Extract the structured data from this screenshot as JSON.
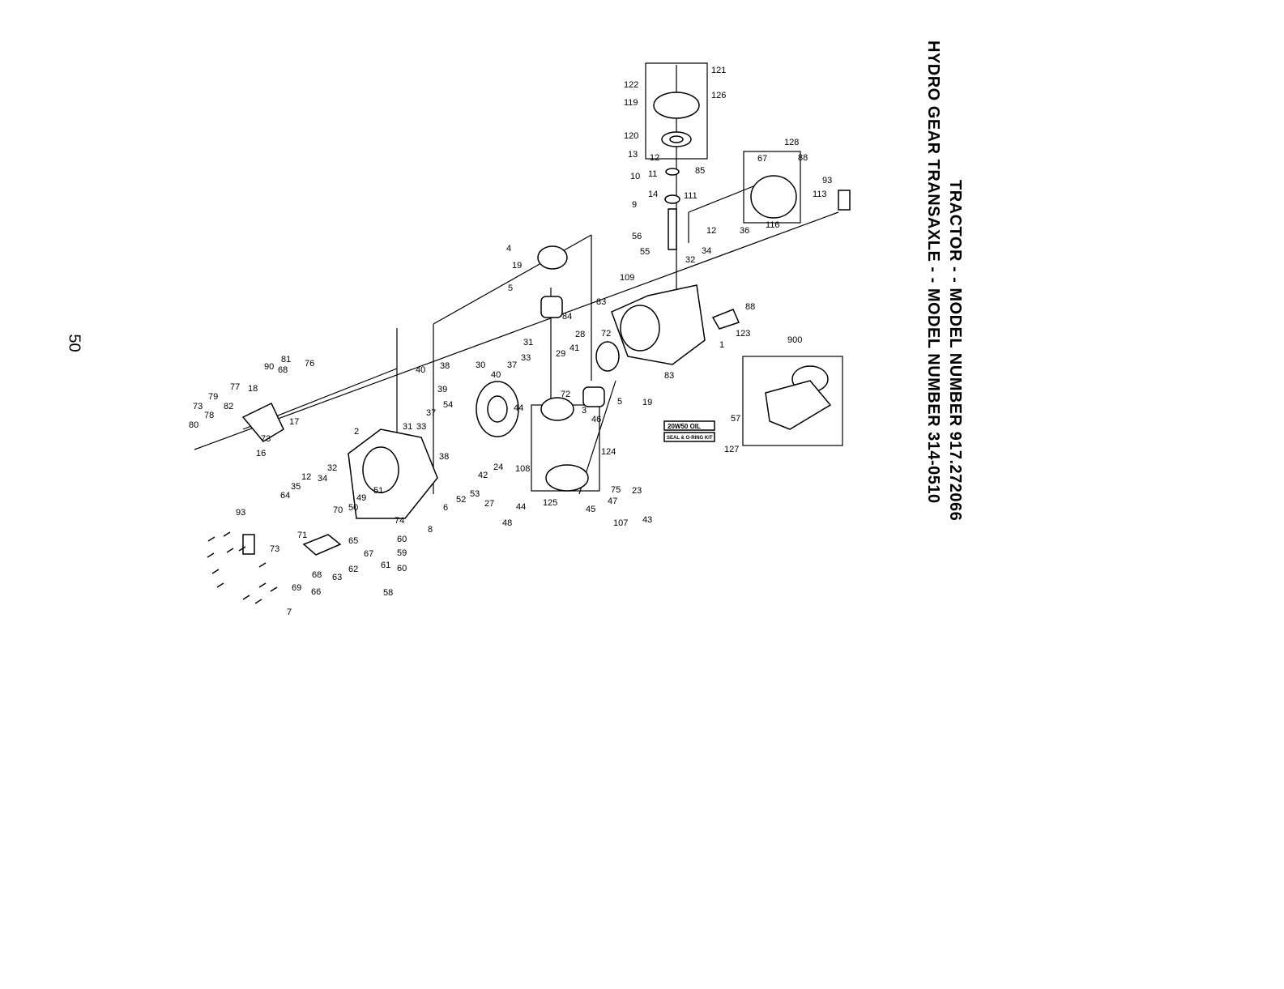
{
  "page": {
    "title_line1": "TRACTOR - - MODEL NUMBER 917.272066",
    "title_line2": "HYDRO GEAR TRANSAXLE - - MODEL NUMBER 314-0510",
    "page_number": "50"
  },
  "parts": {
    "p121": "121",
    "p122": "122",
    "p126": "126",
    "p119": "119",
    "p120": "120",
    "p13": "13",
    "p12a": "12",
    "p11": "11",
    "p10": "10",
    "p14": "14",
    "p111": "111",
    "p9": "9",
    "p85": "85",
    "p128": "128",
    "p67a": "67",
    "p88a": "88",
    "p113": "113",
    "p93a": "93",
    "p116": "116",
    "p12b": "12",
    "p36": "36",
    "p56": "56",
    "p55": "55",
    "p34a": "34",
    "p32a": "32",
    "p4": "4",
    "p19a": "19",
    "p5a": "5",
    "p109": "109",
    "p83a": "83",
    "p84": "84",
    "p88b": "88",
    "p123": "123",
    "p28": "28",
    "p72a": "72",
    "p1": "1",
    "p900": "900",
    "p31a": "31",
    "p33a": "33",
    "p37a": "37",
    "p40a": "40",
    "p29": "29",
    "p41": "41",
    "p83b": "83",
    "p19b": "19",
    "p38a": "38",
    "p30": "30",
    "p40b": "40",
    "p72b": "72",
    "p5b": "5",
    "p39": "39",
    "p54": "54",
    "p44a": "44",
    "p3": "3",
    "p46": "46",
    "p81": "81",
    "p90": "90",
    "p68a": "68",
    "p76": "76",
    "p77": "77",
    "p18": "18",
    "p79": "79",
    "p73a": "73",
    "p78": "78",
    "p82": "82",
    "p80": "80",
    "p17": "17",
    "p73b": "73",
    "p16": "16",
    "p2": "2",
    "p37b": "37",
    "p31b": "31",
    "p33b": "33",
    "p38b": "38",
    "p108": "108",
    "p124": "124",
    "p57": "57",
    "p127": "127",
    "p24": "24",
    "p42": "42",
    "p52": "52",
    "p53": "53",
    "p27": "27",
    "p44b": "44",
    "p125": "125",
    "p75": "75",
    "p23": "23",
    "p47": "47",
    "p45": "45",
    "p43": "43",
    "p107": "107",
    "p48": "48",
    "p32b": "32",
    "p34b": "34",
    "p12c": "12",
    "p35": "35",
    "p64": "64",
    "p51": "51",
    "p49": "49",
    "p50": "50",
    "p70": "70",
    "p6": "6",
    "p74": "74",
    "p8": "8",
    "p93b": "93",
    "p71": "71",
    "p65": "65",
    "p67b": "67",
    "p60a": "60",
    "p59": "59",
    "p61": "61",
    "p60b": "60",
    "p73c": "73",
    "p62": "62",
    "p68b": "68",
    "p63": "63",
    "p69": "69",
    "p66": "66",
    "p58": "58",
    "p7": "7"
  },
  "labels": {
    "oil": "20W50 OIL",
    "seal_kit": "SEAL & O-RING KIT"
  }
}
